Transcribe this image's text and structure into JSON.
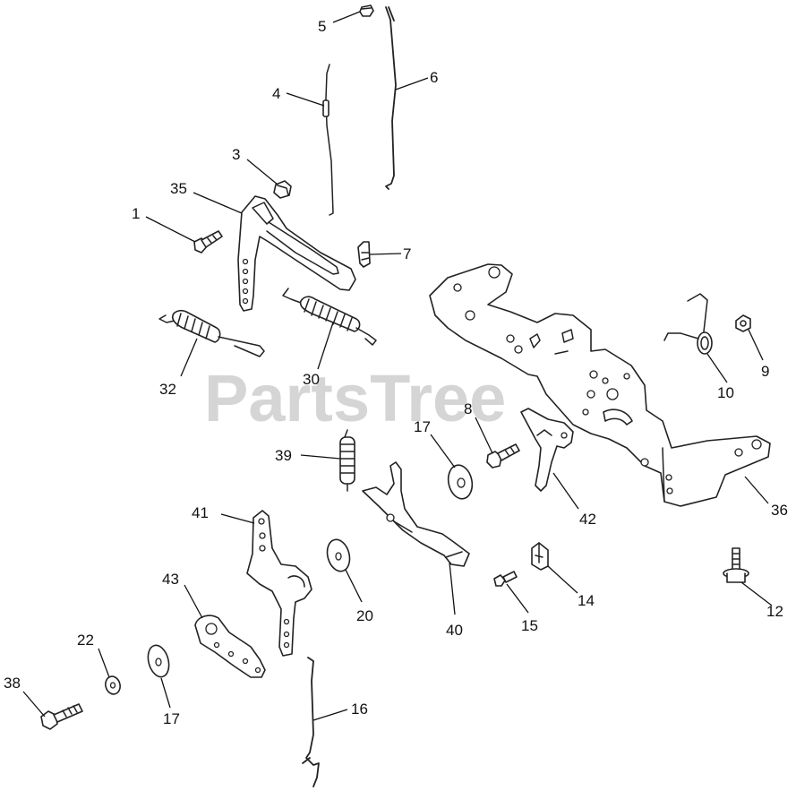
{
  "watermark": {
    "text": "PartsTree",
    "trademark": "™"
  },
  "callouts": [
    "1",
    "3",
    "4",
    "5",
    "6",
    "7",
    "8",
    "9",
    "10",
    "12",
    "14",
    "15",
    "16",
    "17",
    "17",
    "20",
    "22",
    "30",
    "32",
    "35",
    "36",
    "38",
    "39",
    "40",
    "41",
    "42",
    "43"
  ]
}
